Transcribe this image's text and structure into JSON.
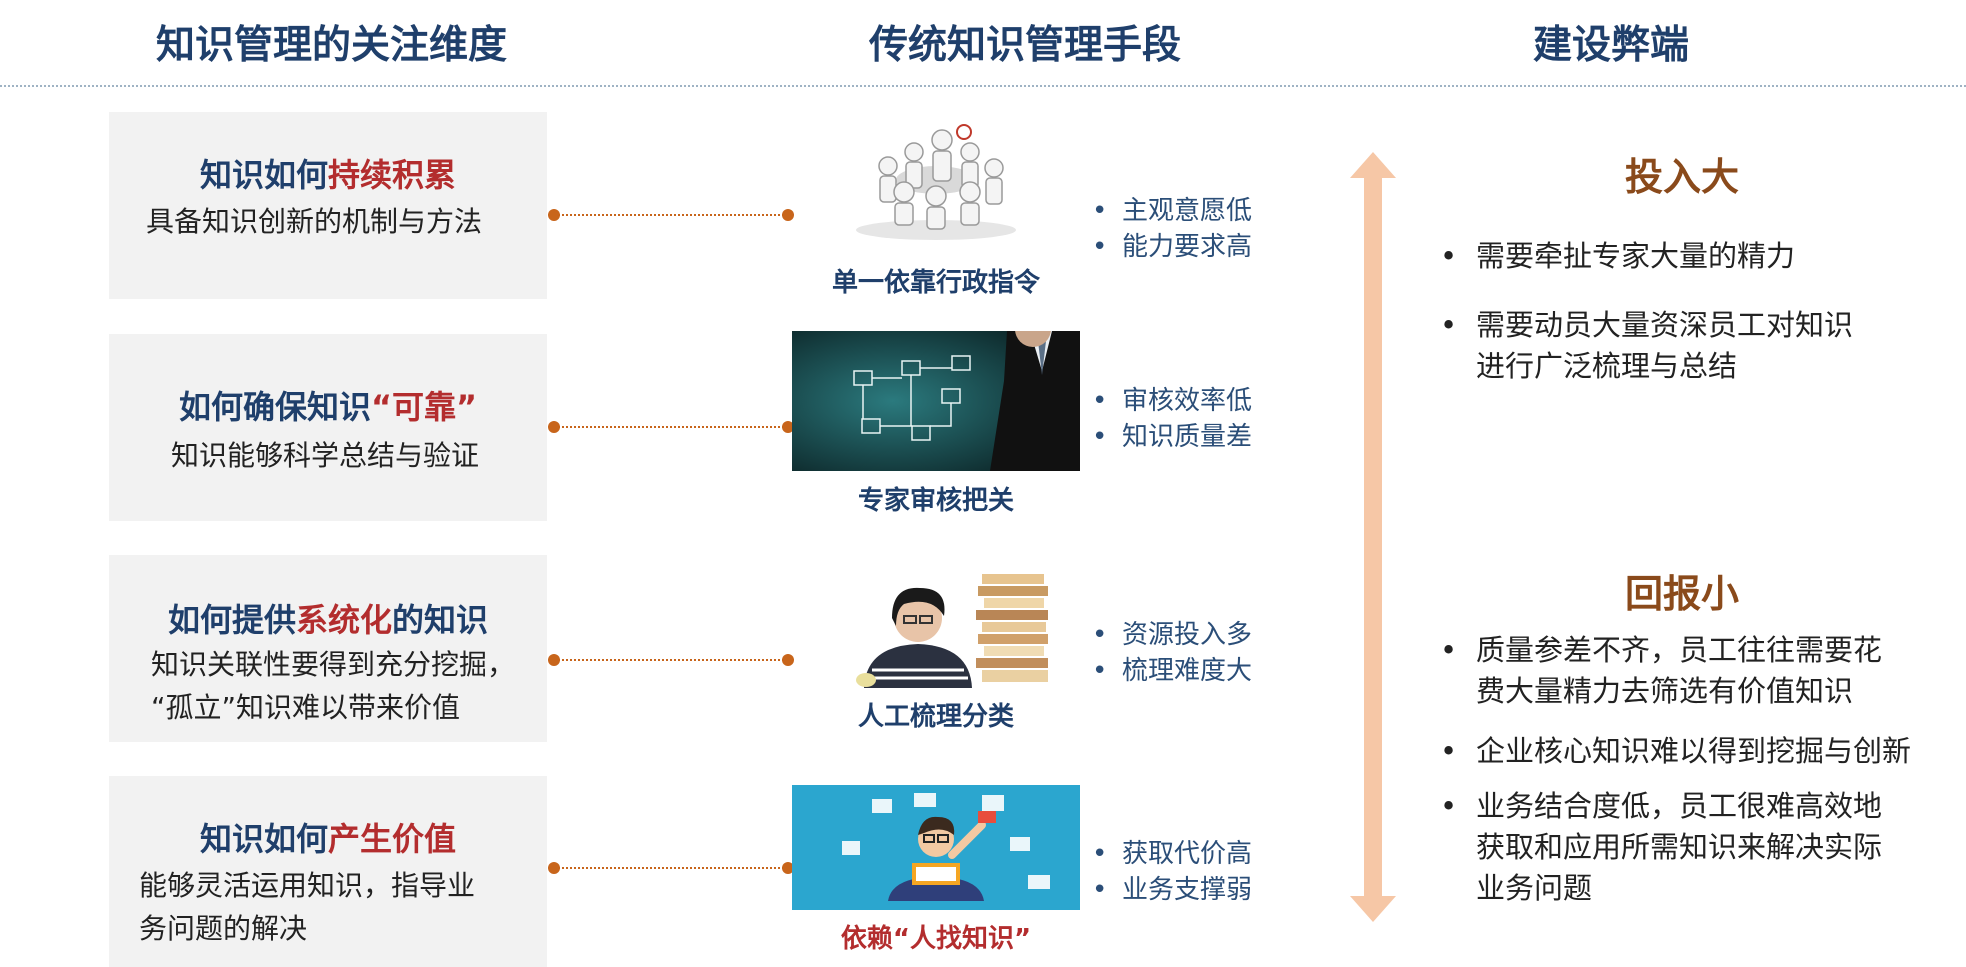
{
  "headers": {
    "col1": "知识管理的关注维度",
    "col2": "传统知识管理手段",
    "col3": "建设弊端"
  },
  "dimensions": [
    {
      "title_a": "知识如何",
      "title_b": "持续积累",
      "title_c": "",
      "desc1": "具备知识创新的机制与方法",
      "desc2": ""
    },
    {
      "title_a": "如何确保知识",
      "title_b": "“可靠”",
      "title_c": "",
      "desc1": "知识能够科学总结与验证",
      "desc2": ""
    },
    {
      "title_a": "如何提供",
      "title_b": "系统化",
      "title_c": "的知识",
      "desc1": "知识关联性要得到充分挖掘，",
      "desc2": "“孤立”知识难以带来价值"
    },
    {
      "title_a": "知识如何",
      "title_b": "产生价值",
      "title_c": "",
      "desc1": "能够灵活运用知识，指导业",
      "desc2": "务问题的解决"
    }
  ],
  "methods": [
    {
      "caption": "单一依靠行政指令",
      "bullet": "•",
      "issues": [
        "主观意愿低",
        "能力要求高"
      ],
      "image": "business-meeting-figures-icon"
    },
    {
      "caption": "专家审核把关",
      "bullet": "•",
      "issues": [
        "审核效率低",
        "知识质量差"
      ],
      "image": "expert-network-diagram-icon"
    },
    {
      "caption": "人工梳理分类",
      "bullet": "•",
      "issues": [
        "资源投入多",
        "梳理难度大"
      ],
      "image": "woman-with-books-icon"
    },
    {
      "caption": "依赖“人找知识”",
      "bullet": "•",
      "issues": [
        "获取代价高",
        "业务支撑弱"
      ],
      "image": "person-searching-knowledge-icon"
    }
  ],
  "drawbacks": {
    "bullet": "•",
    "high_input": {
      "title": "投入大",
      "points": [
        "需要牵扯专家大量的精力",
        "需要动员大量资深员工对知识进行广泛梳理与总结"
      ]
    },
    "low_return": {
      "title": "回报小",
      "points": [
        "质量参差不齐，员工往往需要花费大量精力去筛选有价值知识",
        "企业核心知识难以得到挖掘与创新",
        "业务结合度低，员工很难高效地获取和应用所需知识来解决实际业务问题"
      ]
    }
  },
  "colors": {
    "heading": "#1f3f6b",
    "highlight": "#b32d2e",
    "connector": "#c8651b",
    "arrow": "#f6c7a6",
    "section_title": "#8a4a1b"
  }
}
